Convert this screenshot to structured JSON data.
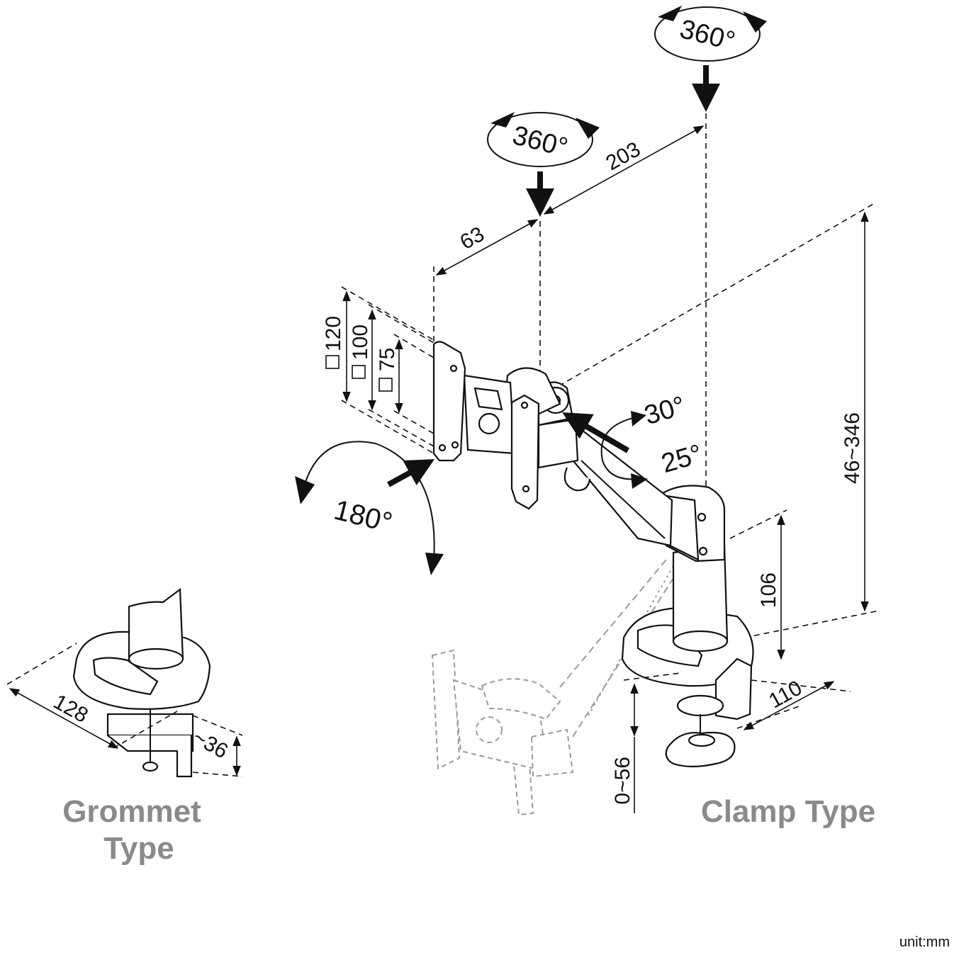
{
  "diagram": {
    "rotations": {
      "top_swivel": "360°",
      "mid_swivel": "360°",
      "portrait_rotation": "180°",
      "tilt_up": "30°",
      "tilt_down": "25°"
    },
    "dimensions": {
      "arm_length": "203",
      "head_offset": "63",
      "height_range": "46~346",
      "pole_height": "106",
      "clamp_depth": "110",
      "clamp_opening": "0~56",
      "grommet_length": "128",
      "grommet_thickness": "~36"
    },
    "vesa_sizes": [
      "120",
      "100",
      "75"
    ],
    "labels": {
      "grommet_line1": "Grommet",
      "grommet_line2": "Type",
      "clamp": "Clamp Type",
      "unit": "unit:mm"
    },
    "colors": {
      "ink": "#111111",
      "label_gray": "#8a8a8a",
      "ghost_gray": "#9a9a9a",
      "background": "#ffffff"
    }
  }
}
